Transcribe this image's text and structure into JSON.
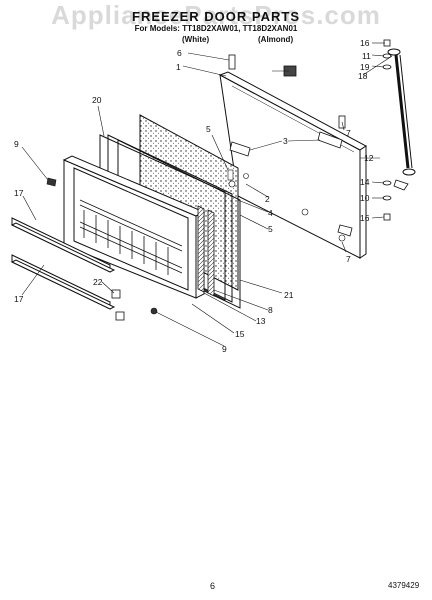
{
  "watermark": "AppliancePartsPros.com",
  "header": {
    "title": "FREEZER DOOR PARTS",
    "for_models": "For Models: TT18D2XAW01, TT18D2XAN01",
    "variant_white": "(White)",
    "variant_almond": "(Almond)"
  },
  "callouts": {
    "c1": "1",
    "c2": "2",
    "c3": "3",
    "c4": "4",
    "c5a": "5",
    "c5b": "5",
    "c6": "6",
    "c7a": "7",
    "c7b": "7",
    "c8": "8",
    "c9a": "9",
    "c9b": "9",
    "c10": "10",
    "c11": "11",
    "c12": "12",
    "c13": "13",
    "c14": "14",
    "c15": "15",
    "c16a": "16",
    "c16b": "16",
    "c17a": "17",
    "c17b": "17",
    "c18": "18",
    "c19": "19",
    "c20": "20",
    "c21": "21",
    "c22": "22"
  },
  "footer": {
    "page_number": "6",
    "document_number": "4379429"
  }
}
